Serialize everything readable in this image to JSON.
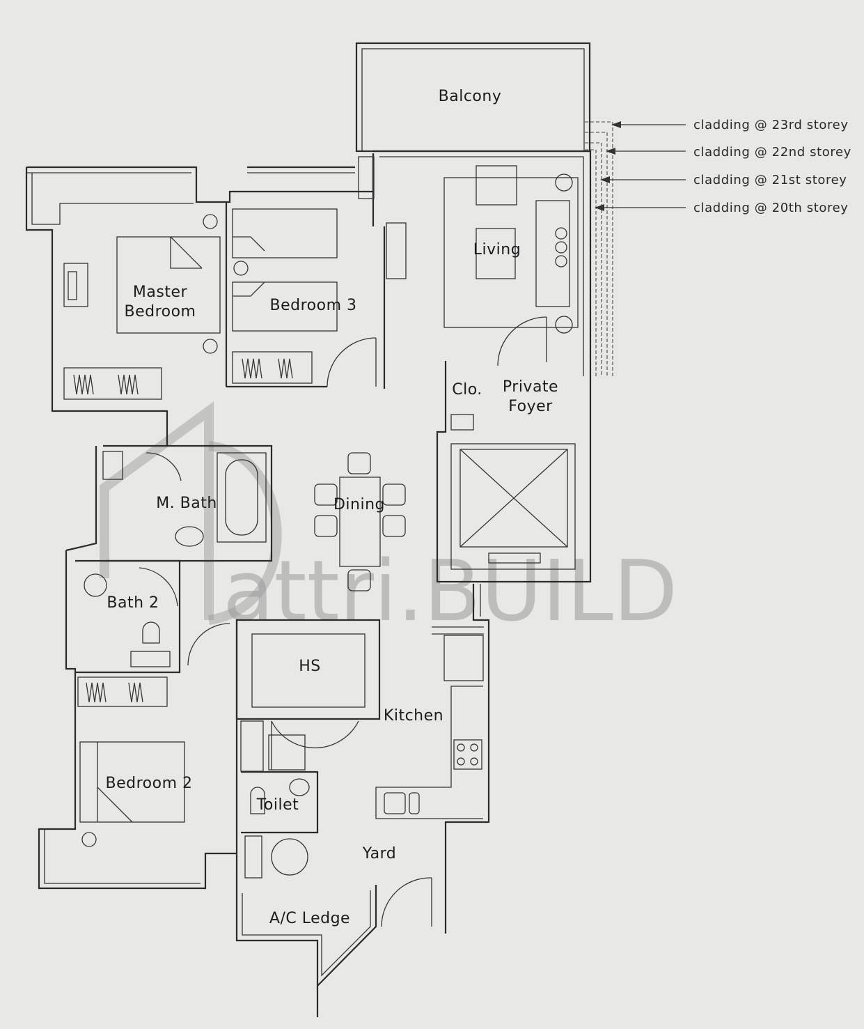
{
  "rooms": {
    "balcony": "Balcony",
    "living": "Living",
    "master_bedroom_line1": "Master",
    "master_bedroom_line2": "Bedroom",
    "bedroom3": "Bedroom 3",
    "closet": "Clo.",
    "private_foyer_line1": "Private",
    "private_foyer_line2": "Foyer",
    "master_bath": "M. Bath",
    "dining": "Dining",
    "bath2": "Bath 2",
    "hs": "HS",
    "kitchen": "Kitchen",
    "bedroom2": "Bedroom 2",
    "toilet": "Toilet",
    "yard": "Yard",
    "ac_ledge": "A/C Ledge"
  },
  "cladding_notes": [
    "cladding @ 23rd storey",
    "cladding @ 22nd storey",
    "cladding @ 21st storey",
    "cladding @ 20th storey"
  ],
  "watermark": "attri.BUILD",
  "colors": {
    "background": "#e8e8e6",
    "line": "#2b2b2b",
    "watermark": "#9a9a9a"
  }
}
